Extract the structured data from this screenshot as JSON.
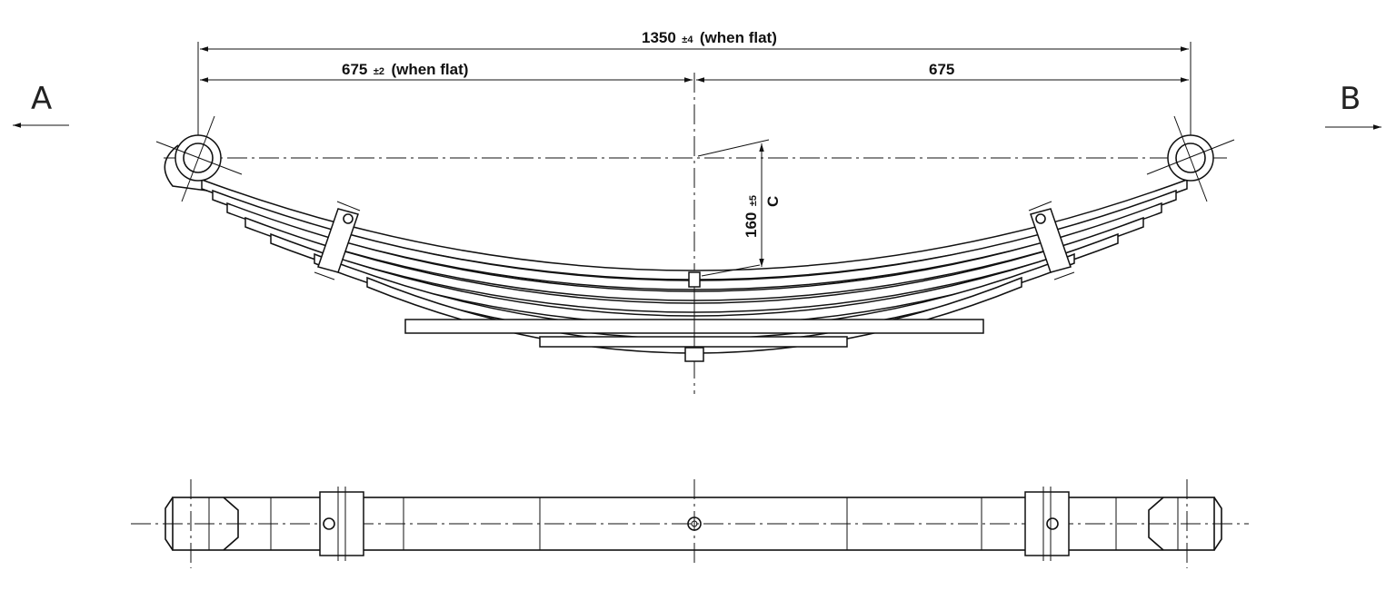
{
  "dimensions": {
    "overall": {
      "value": "1350",
      "tolerance": "±4",
      "note": "(when flat)"
    },
    "left_half": {
      "value": "675",
      "tolerance": "±2",
      "note": "(when flat)"
    },
    "right_half": {
      "value": "675"
    },
    "camber": {
      "value": "160",
      "tolerance": "±5",
      "label": "C"
    }
  },
  "view_markers": {
    "left": "A",
    "right": "B"
  }
}
